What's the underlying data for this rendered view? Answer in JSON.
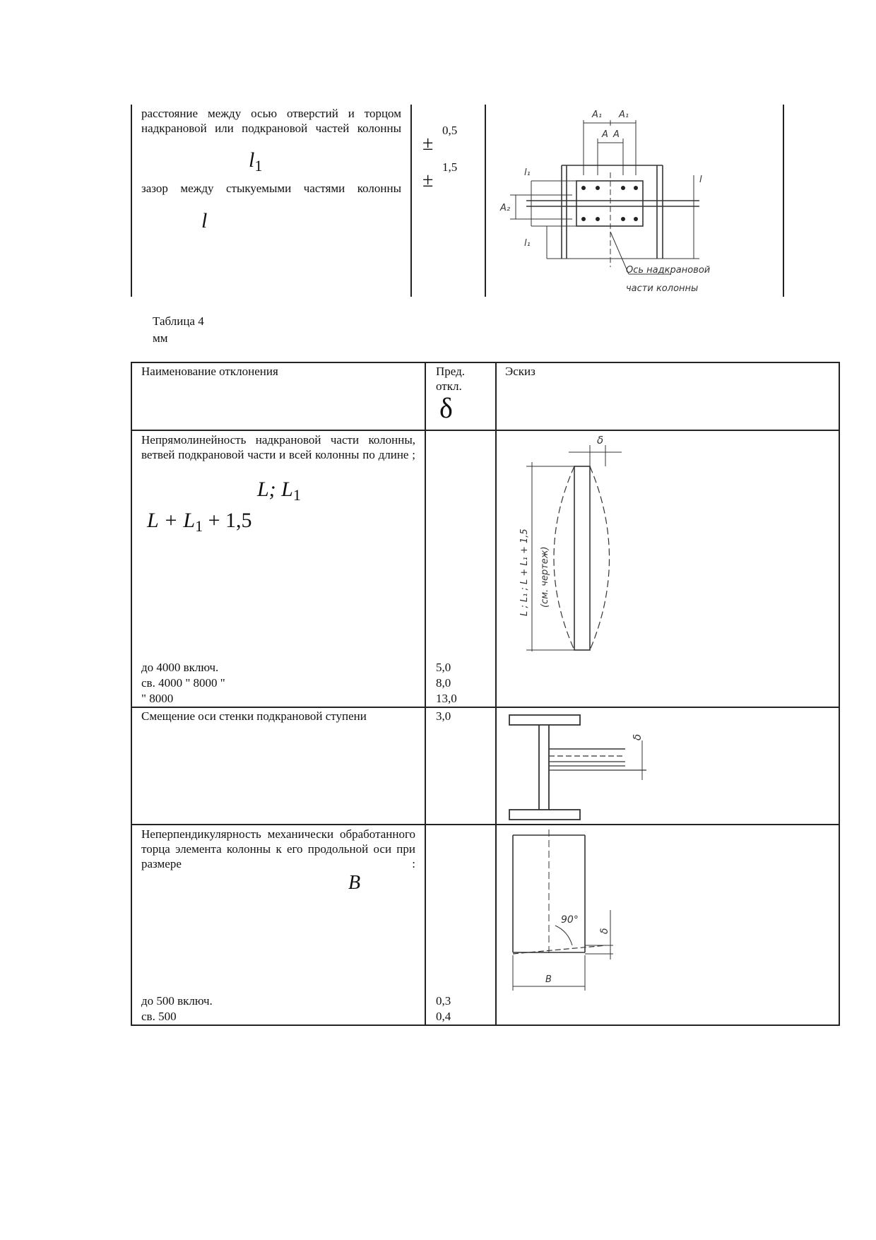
{
  "top_table": {
    "row_text_1": "расстояние между осью отверстий и торцом надкрановой или подкрановой частей колонны",
    "var_l1": "l",
    "var_l1_sub": "1",
    "row_text_2": "зазор между стыкуемыми частями колонны",
    "var_l": "l",
    "pm_symbol": "±",
    "tol_1": "0,5",
    "tol_2": "1,5",
    "sketch_labels": {
      "a1_left": "A₁",
      "a1_right": "A₁",
      "a_left": "A",
      "a_right": "A",
      "l1_top": "l₁",
      "a2": "A₂",
      "l1_bottom": "l₁",
      "l_right": "l",
      "axis_line1": "Ось надкрановой",
      "axis_line2": "части колонны"
    }
  },
  "caption": {
    "table_label": "Таблица 4",
    "units": "мм"
  },
  "table4": {
    "headers": {
      "name": "Наименование отклонения",
      "limit": "Пред. откл.",
      "delta": "δ",
      "sketch": "Эскиз"
    },
    "row1": {
      "text": "Непрямолинейность надкрановой части колонны, ветвей подкрановой части и всей колонны по длине ;",
      "formula_1": "L; L",
      "formula_1_sub": "1",
      "formula_2a": "L + L",
      "formula_2_sub": "1",
      "formula_2b": " + 1,5",
      "ranges": [
        "до 4000 включ.",
        "св. 4000 \" 8000 \"",
        "\" 8000"
      ],
      "values": [
        "5,0",
        "8,0",
        "13,0"
      ],
      "sketch_labels": {
        "delta": "δ",
        "dim_line1": "L ; L₁ ; L + L₁ + 1,5",
        "dim_line2": "(см. чертеж)"
      }
    },
    "row2": {
      "text": "Смещение оси стенки подкрановой ступени",
      "value": "3,0",
      "sketch_labels": {
        "delta": "δ"
      }
    },
    "row3": {
      "text": "Неперпендикулярность механически обработанного торца элемента колонны к его продольной оси при размере :",
      "var_b": "B",
      "ranges": [
        "до 500 включ.",
        "св. 500"
      ],
      "values": [
        "0,3",
        "0,4"
      ],
      "sketch_labels": {
        "angle": "90°",
        "delta": "δ",
        "b": "B"
      }
    }
  }
}
